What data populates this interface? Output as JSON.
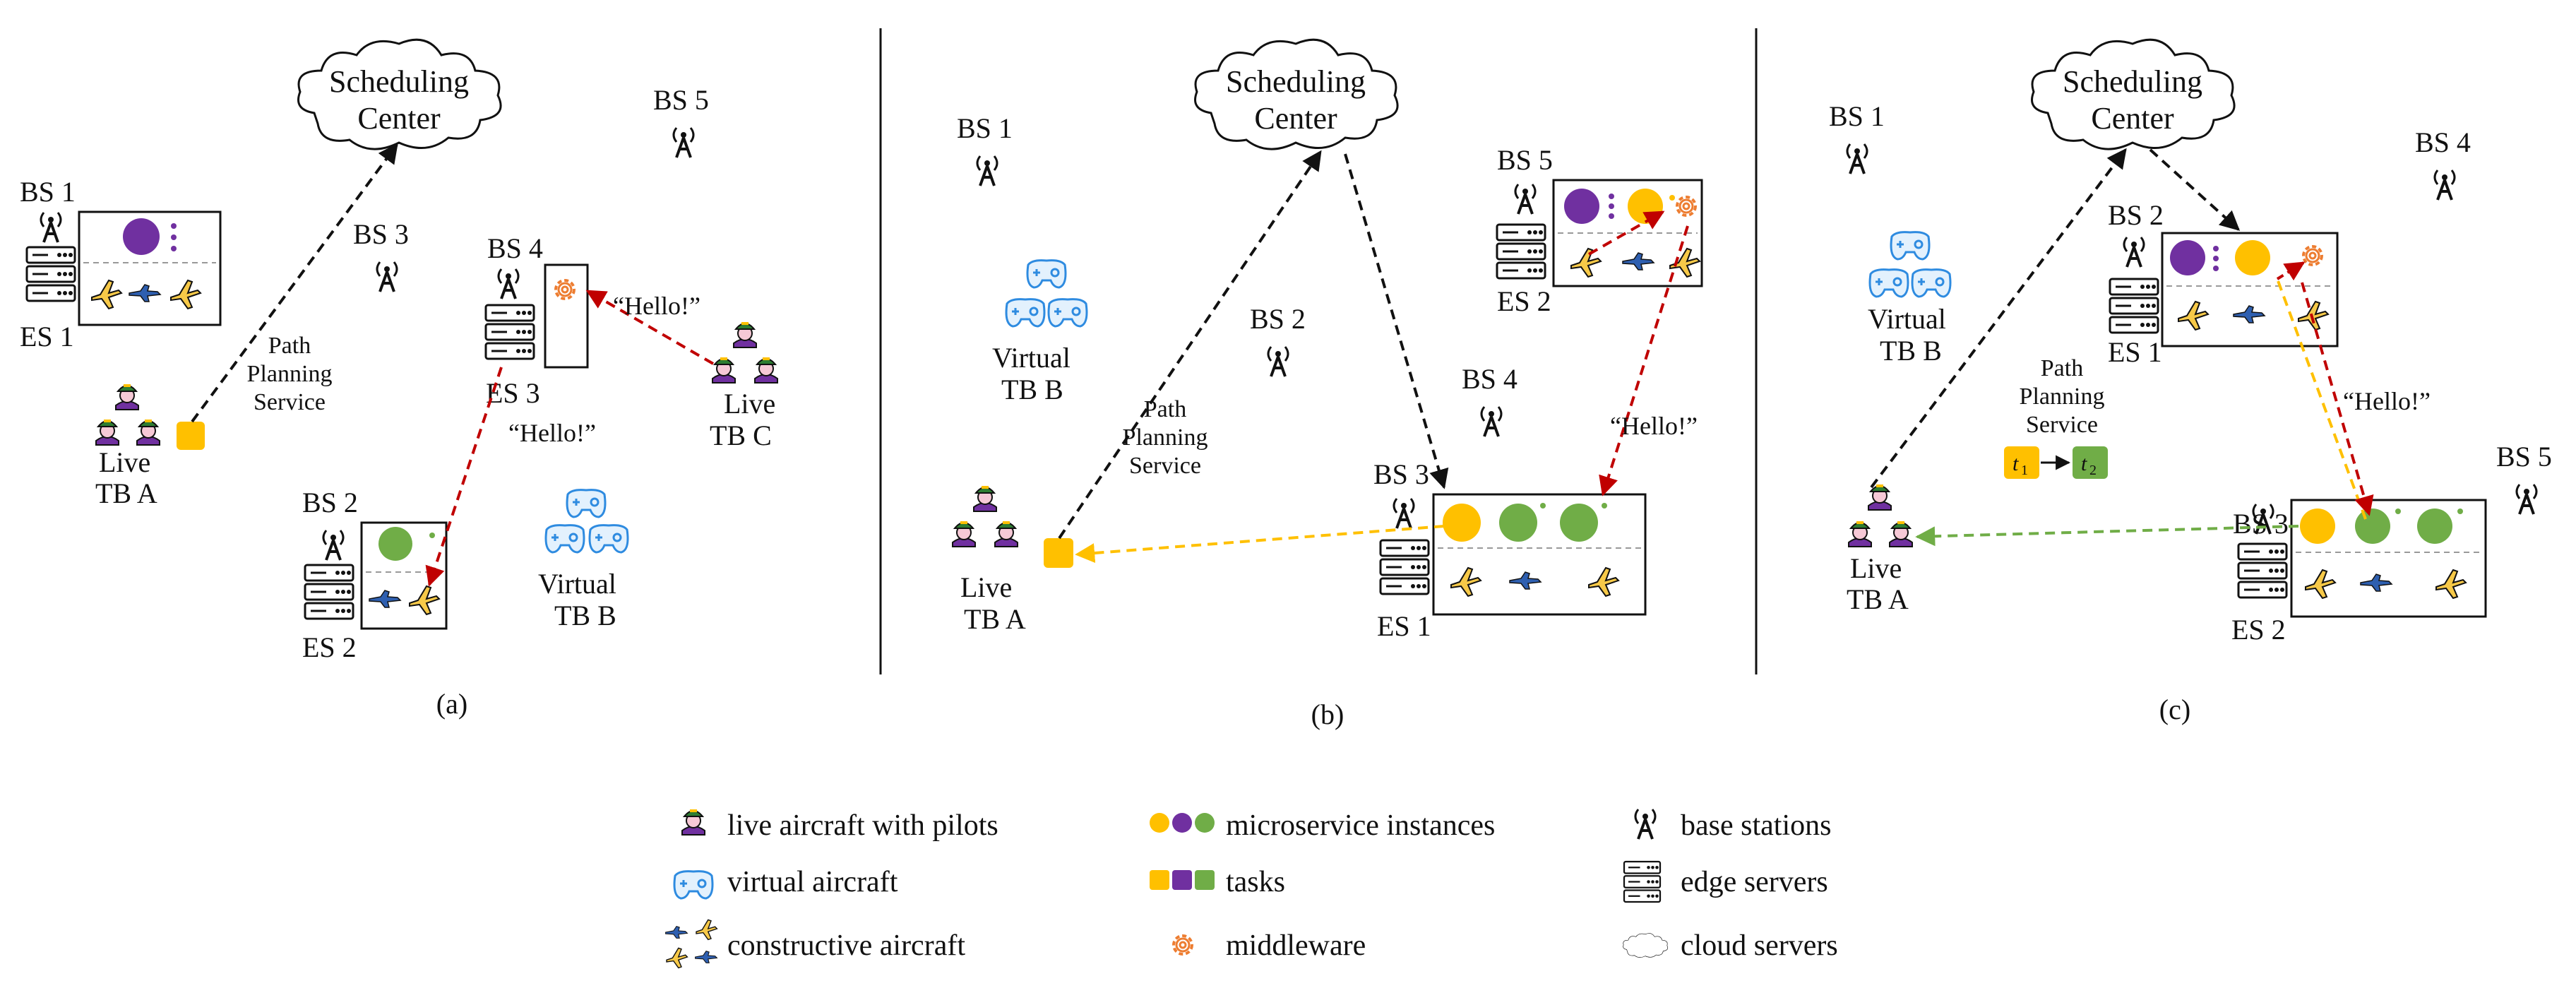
{
  "colors": {
    "purple": "#7030A0",
    "yellow": "#FFC000",
    "green": "#70AD47",
    "red_arrow": "#C00000",
    "orange_arrow": "#FFC000",
    "green_arrow": "#70AD47",
    "blue": "#2E8BE0",
    "black": "#111111"
  },
  "center": {
    "line1": "Scheduling",
    "line2": "Center"
  },
  "hello": "“Hello!”",
  "path_service": {
    "line1": "Path",
    "line2": "Planning",
    "line3": "Service"
  },
  "panel_a": {
    "caption": "(a)",
    "bs": [
      "BS 1",
      "BS 2",
      "BS 3",
      "BS 4",
      "BS 5"
    ],
    "es": [
      "ES 1",
      "ES 2",
      "ES 3"
    ],
    "live_a": {
      "line1": "Live",
      "line2": "TB A"
    },
    "live_c": {
      "line1": "Live",
      "line2": "TB C"
    },
    "virtual_b": {
      "line1": "Virtual",
      "line2": "TB B"
    }
  },
  "panel_b": {
    "caption": "(b)",
    "bs": [
      "BS 1",
      "BS 2",
      "BS 3",
      "BS 4",
      "BS 5"
    ],
    "es": [
      "ES 1",
      "ES 2"
    ],
    "live_a": {
      "line1": "Live",
      "line2": "TB A"
    },
    "virtual_b": {
      "line1": "Virtual",
      "line2": "TB B"
    }
  },
  "panel_c": {
    "caption": "(c)",
    "bs": [
      "BS 1",
      "BS 2",
      "BS 3",
      "BS 4",
      "BS 5"
    ],
    "es": [
      "ES 1",
      "ES 2"
    ],
    "live_a": {
      "line1": "Live",
      "line2": "TB A"
    },
    "virtual_b": {
      "line1": "Virtual",
      "line2": "TB B"
    },
    "task1": "t",
    "task1_sub": "1",
    "task2": "t",
    "task2_sub": "2"
  },
  "legend": {
    "live": "live aircraft with pilots",
    "virtual": "virtual aircraft",
    "constructive": "constructive aircraft",
    "microservice": "microservice instances",
    "tasks": "tasks",
    "middleware": "middleware",
    "base_stations": "base stations",
    "edge_servers": "edge servers",
    "cloud_servers": "cloud servers"
  }
}
